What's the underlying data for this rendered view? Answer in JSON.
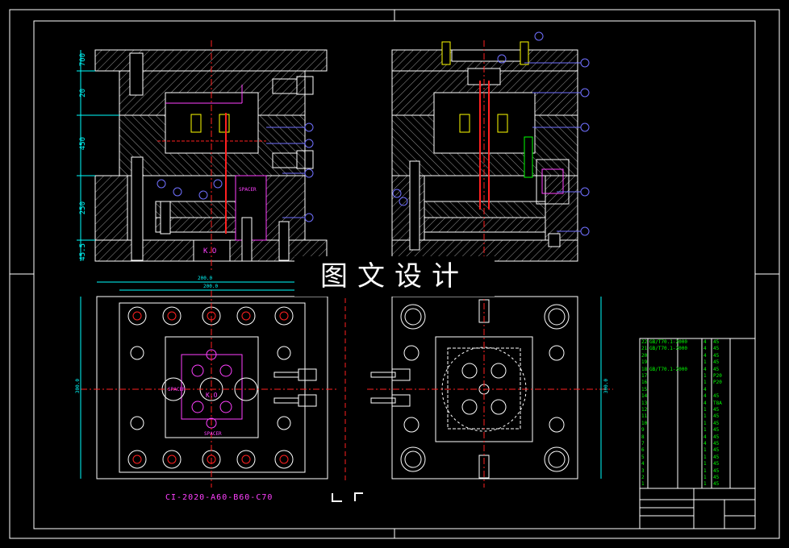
{
  "watermark": "图文设计",
  "part_number": "CI-2020-A60-B60-C70",
  "top_left_dims": [
    "700",
    "20",
    "450",
    "250",
    "45.5"
  ],
  "top_left_labels": {
    "k": "K.O",
    "spacer": "SPACER"
  },
  "bottom_left_dims": {
    "top1": "200.0",
    "top2": "200.0",
    "left": "300.0"
  },
  "bottom_right_dims": {
    "right": "300.0"
  },
  "center_left_labels": {
    "spacer1": "SPACER",
    "k": "K.O",
    "spacer2": "SPACER"
  },
  "title_block": {
    "rows": [
      {
        "no": "22",
        "std": "GB/T70.1-2000",
        "name": "",
        "qty": "4",
        "mat": "45",
        "note": ""
      },
      {
        "no": "21",
        "std": "GB/T70.1-2000",
        "name": "",
        "qty": "4",
        "mat": "45",
        "note": ""
      },
      {
        "no": "20",
        "std": "",
        "name": "",
        "qty": "4",
        "mat": "45",
        "note": ""
      },
      {
        "no": "19",
        "std": "",
        "name": "",
        "qty": "1",
        "mat": "45",
        "note": ""
      },
      {
        "no": "18",
        "std": "GB/T70.1-2000",
        "name": "",
        "qty": "4",
        "mat": "45",
        "note": ""
      },
      {
        "no": "17",
        "std": "",
        "name": "",
        "qty": "1",
        "mat": "P20",
        "note": ""
      },
      {
        "no": "16",
        "std": "",
        "name": "",
        "qty": "1",
        "mat": "P20",
        "note": ""
      },
      {
        "no": "15",
        "std": "",
        "name": "",
        "qty": "4",
        "mat": "",
        "note": ""
      },
      {
        "no": "14",
        "std": "",
        "name": "",
        "qty": "4",
        "mat": "45",
        "note": ""
      },
      {
        "no": "13",
        "std": "",
        "name": "",
        "qty": "4",
        "mat": "T8A",
        "note": ""
      },
      {
        "no": "12",
        "std": "",
        "name": "",
        "qty": "1",
        "mat": "45",
        "note": ""
      },
      {
        "no": "11",
        "std": "",
        "name": "",
        "qty": "1",
        "mat": "45",
        "note": ""
      },
      {
        "no": "10",
        "std": "",
        "name": "",
        "qty": "1",
        "mat": "45",
        "note": ""
      },
      {
        "no": "9",
        "std": "",
        "name": "",
        "qty": "1",
        "mat": "45",
        "note": ""
      },
      {
        "no": "8",
        "std": "",
        "name": "",
        "qty": "4",
        "mat": "45",
        "note": ""
      },
      {
        "no": "7",
        "std": "",
        "name": "",
        "qty": "4",
        "mat": "45",
        "note": ""
      },
      {
        "no": "6",
        "std": "",
        "name": "",
        "qty": "1",
        "mat": "45",
        "note": ""
      },
      {
        "no": "5",
        "std": "",
        "name": "",
        "qty": "1",
        "mat": "45",
        "note": ""
      },
      {
        "no": "4",
        "std": "",
        "name": "",
        "qty": "1",
        "mat": "45",
        "note": ""
      },
      {
        "no": "3",
        "std": "",
        "name": "",
        "qty": "1",
        "mat": "45",
        "note": ""
      },
      {
        "no": "2",
        "std": "",
        "name": "",
        "qty": "1",
        "mat": "45",
        "note": ""
      },
      {
        "no": "1",
        "std": "",
        "name": "",
        "qty": "1",
        "mat": "45",
        "note": ""
      }
    ]
  },
  "colors": {
    "background": "#000000",
    "border": "#ffffff",
    "outline": "#ffffff",
    "hatch": "#a0a0a0",
    "centerline": "#ff2020",
    "dimension": "#00ffff",
    "balloon": "#7070ff",
    "part": "#ff40ff",
    "yellow": "#ffff00",
    "green": "#00ff00"
  }
}
